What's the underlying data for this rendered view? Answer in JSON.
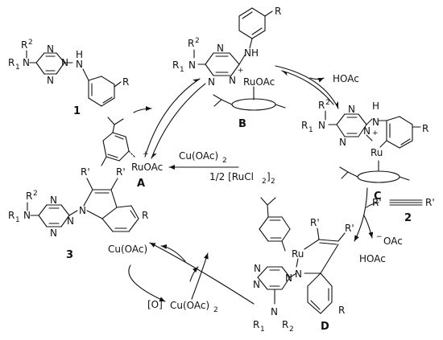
{
  "compounds": {
    "c1": {
      "label": "1",
      "r": "R",
      "r1": "R",
      "r1_sup": "1",
      "r2": "R",
      "r2_sup": "2",
      "n": "N",
      "nh": "H",
      "nh_n": "N"
    },
    "cB": {
      "label": "B",
      "r": "R",
      "r1": "R",
      "r1_sup": "1",
      "r2": "R",
      "r2_sup": "2",
      "n": "N",
      "nh": "NH",
      "ru": "RuOAc",
      "plus": "+"
    },
    "cA": {
      "label": "A",
      "ru": "RuOAc",
      "plus": "+"
    },
    "cC": {
      "label": "C",
      "r": "R",
      "r1": "R",
      "r1_sup": "1",
      "r2": "R",
      "r2_sup": "2",
      "n": "N",
      "nh_h": "H",
      "nh_n": "N",
      "ru": "Ru",
      "plus": "+"
    },
    "c2": {
      "label": "2",
      "r_left": "R'",
      "r_right": "R'"
    },
    "c3": {
      "label": "3",
      "r": "R",
      "r_prime_a": "R'",
      "r_prime_b": "R'",
      "r1": "R",
      "r1_sup": "1",
      "r2": "R",
      "r2_sup": "2",
      "n": "N"
    },
    "cD": {
      "label": "D",
      "r": "R",
      "r_prime_a": "R'",
      "r_prime_b": "R'",
      "r1": "R",
      "r1_sup": "1",
      "r2": "R",
      "r2_sup": "2",
      "n": "N",
      "ru": "Ru"
    }
  },
  "reagents": {
    "hoac_top": "HOAc",
    "hoac_right": "HOAc",
    "oac_minus": "OAc",
    "oac_minus_sign": "−",
    "cu_oac2_mid": "Cu(OAc)",
    "cu_oac2_mid_sub": "2",
    "rucl2_pre": "1/2 [RuCl",
    "rucl2_sub": "2",
    "rucl2_post": "]",
    "rucl2_post_sub": "2",
    "cu_oac_low": "Cu(OAc)",
    "cu_oac2_low": "Cu(OAc)",
    "cu_oac2_low_sub": "2",
    "oxidant": "[O]"
  },
  "colors": {
    "ink": "#111111",
    "background": "#ffffff"
  }
}
